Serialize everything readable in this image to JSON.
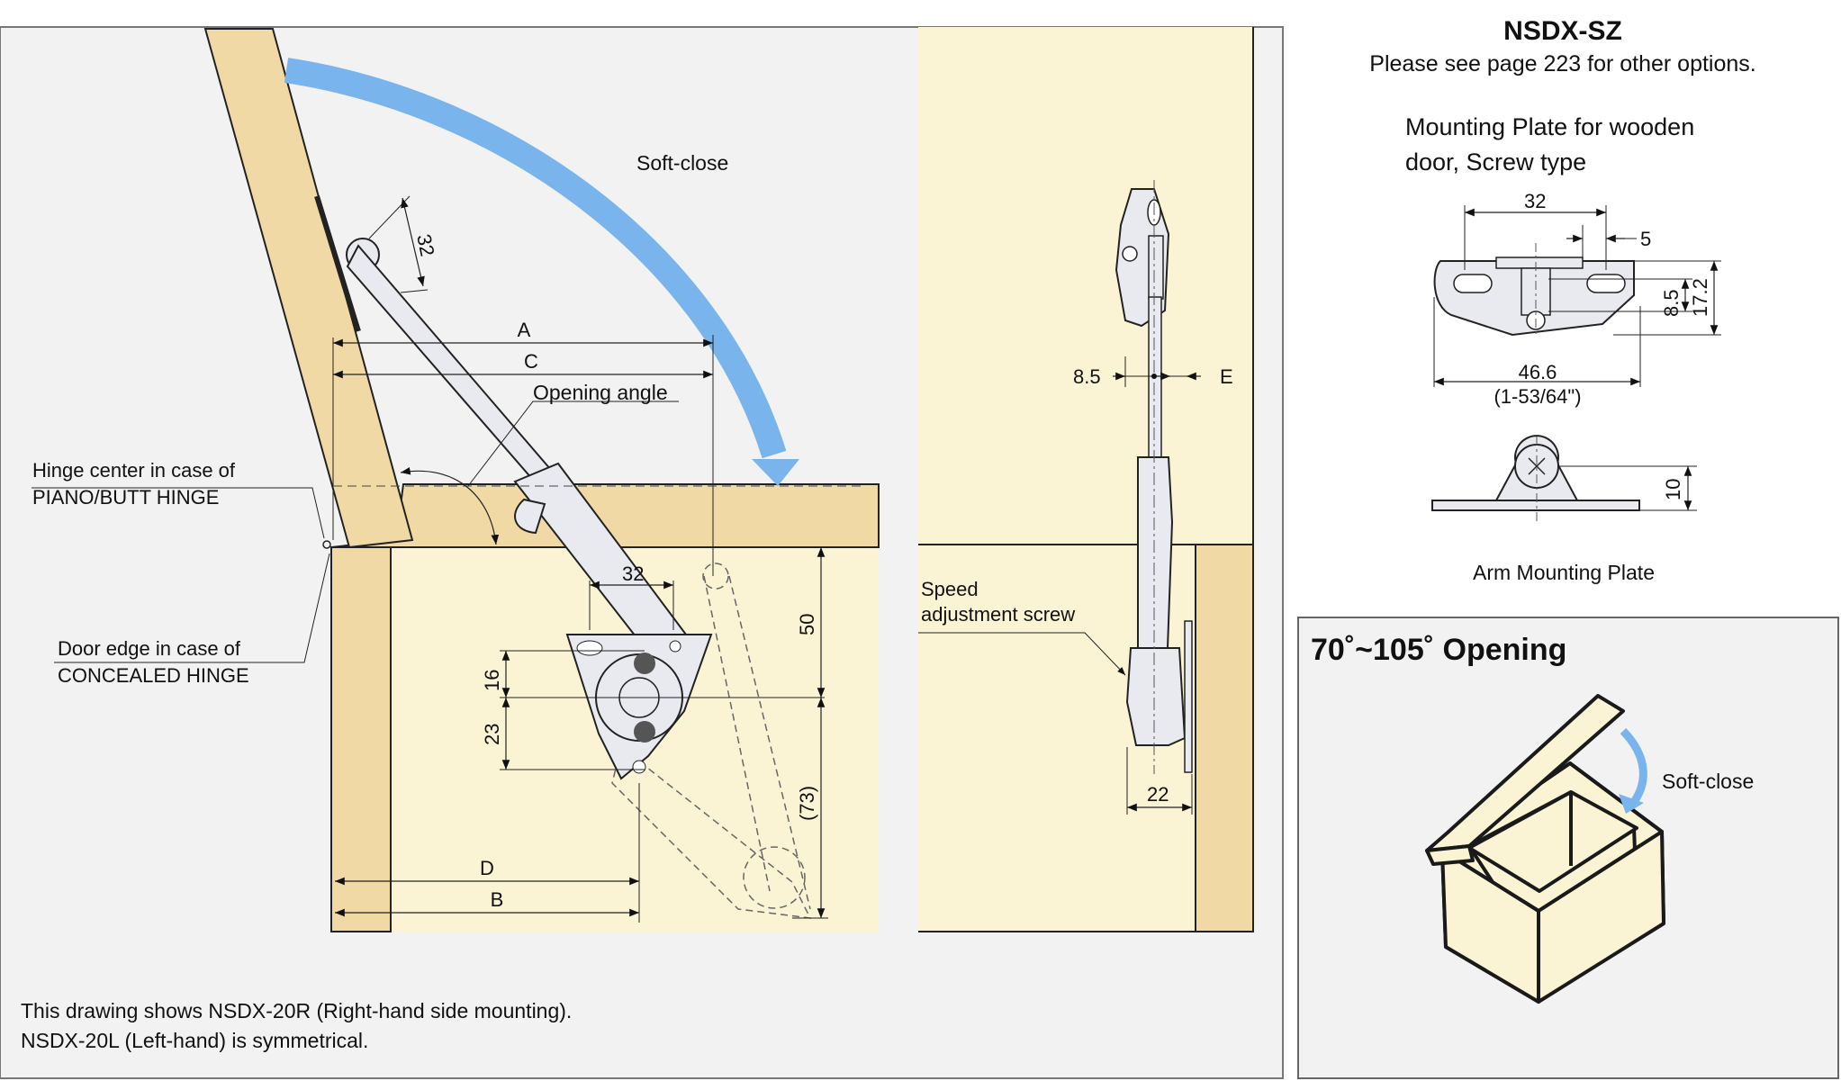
{
  "main": {
    "soft_close": "Soft-close",
    "dim_32_top": "32",
    "dim_a": "A",
    "dim_c": "C",
    "opening_angle": "Opening angle",
    "hinge_center_line1": "Hinge center  in case of",
    "hinge_center_line2": "PIANO/BUTT HINGE",
    "door_edge_line1": "Door edge in case of",
    "door_edge_line2": "CONCEALED HINGE",
    "dim_32_mid": "32",
    "dim_16": "16",
    "dim_23": "23",
    "dim_50": "50",
    "dim_73": "(73)",
    "dim_d": "D",
    "dim_b": "B",
    "note_line1": "This drawing shows NSDX-20R (Right-hand side mounting).",
    "note_line2": "NSDX-20L (Left-hand)  is symmetrical."
  },
  "side": {
    "dim_8_5": "8.5",
    "dim_e": "E",
    "speed_line1": "Speed",
    "speed_line2": "adjustment screw",
    "dim_22": "22"
  },
  "right": {
    "model": "NSDX-SZ",
    "see_page": "Please see page 223 for other options.",
    "plate_title_line1": "Mounting Plate for wooden",
    "plate_title_line2": "door, Screw type",
    "dim_32": "32",
    "dim_5": "5",
    "dim_8_5": "8.5",
    "dim_17_2": "17.2",
    "dim_46_6": "46.6",
    "dim_inch": "(1-53/64\")",
    "dim_10": "10",
    "arm_plate_label": "Arm Mounting Plate"
  },
  "opening": {
    "title": "70˚~105˚ Opening",
    "soft_close": "Soft-close"
  },
  "colors": {
    "wood": "#f0d9a4",
    "cabinet_bg": "#fbf4d4",
    "arrow_blue": "#7ab4ec",
    "panel_gray": "#f2f2f2",
    "line": "#1a1a1a"
  }
}
